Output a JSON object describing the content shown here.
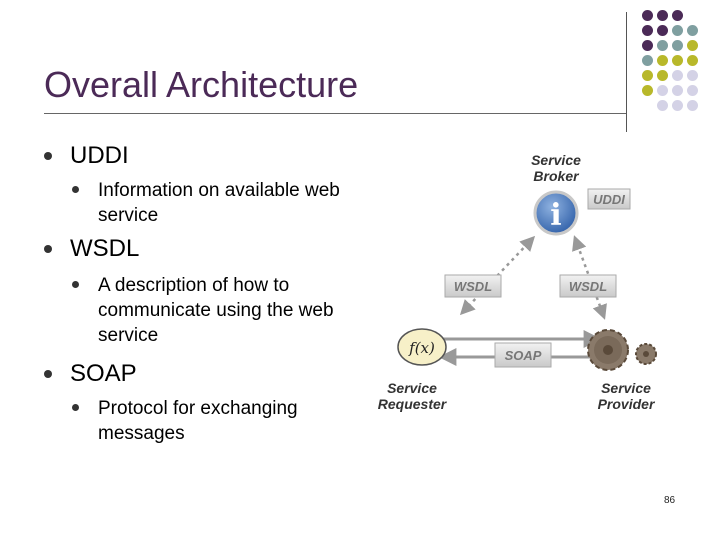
{
  "slide": {
    "title": "Overall Architecture",
    "page_number": "86"
  },
  "bullets": [
    {
      "label": "UDDI",
      "sub": "Information on available web service"
    },
    {
      "label": "WSDL",
      "sub": "A description of how to communicate using the web service"
    },
    {
      "label": "SOAP",
      "sub": "Protocol for exchanging messages"
    }
  ],
  "diagram": {
    "broker_line1": "Service",
    "broker_line2": "Broker",
    "uddi_tag": "UDDI",
    "wsdl_left": "WSDL",
    "wsdl_right": "WSDL",
    "soap_tag": "SOAP",
    "requester_line1": "Service",
    "requester_line2": "Requester",
    "provider_line1": "Service",
    "provider_line2": "Provider",
    "function_label": "f(x)",
    "info_symbol": "i"
  },
  "colors": {
    "title": "#4b2a57",
    "dot_purple": "#4b2a57",
    "dot_teal": "#7f9fa0",
    "dot_olive": "#b8b82a",
    "dot_lavender": "#d4d2e6"
  }
}
